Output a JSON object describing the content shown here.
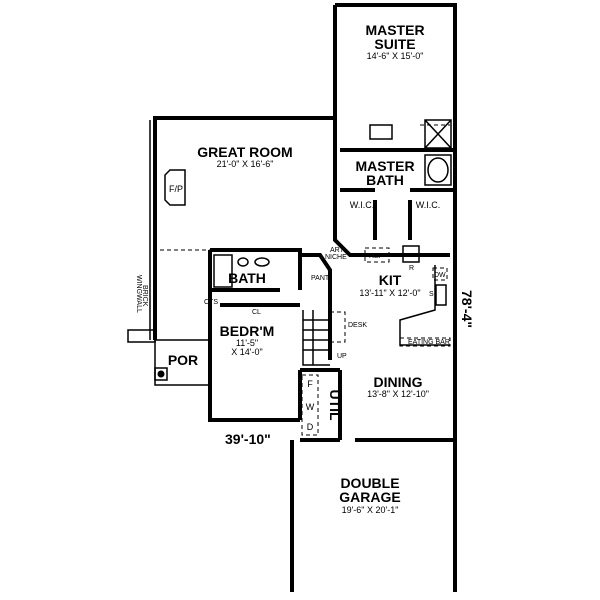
{
  "rooms": {
    "master_suite": {
      "name1": "MASTER",
      "name2": "SUITE",
      "size": "14'-6\" X 15'-0\""
    },
    "great_room": {
      "name": "GREAT ROOM",
      "size": "21'-0\" X 16'-6\""
    },
    "master_bath": {
      "name1": "MASTER",
      "name2": "BATH"
    },
    "wic_left": "W.I.C.",
    "wic_right": "W.I.C.",
    "fireplace": "F/P",
    "bath": "BATH",
    "kit": {
      "name": "KIT",
      "size": "13'-11\" X 12'-0\""
    },
    "pant": "PANT.",
    "bedroom": {
      "name": "BEDR'M",
      "size1": "11'-5\"",
      "size2": "X 14'-0\""
    },
    "porch": "POR",
    "dining": {
      "name": "DINING",
      "size": "13'-8\" X 12'-10\""
    },
    "util": "UTIL",
    "garage": {
      "name1": "DOUBLE",
      "name2": "GARAGE",
      "size": "19'-6\" X 20'-1\""
    }
  },
  "labels": {
    "art_niche1": "ART",
    "art_niche2": "NICHE",
    "ref": "REF",
    "r": "R",
    "dw": "DW",
    "s": "S",
    "desk": "DESK",
    "up": "UP",
    "eating_bar": "EATING BAR",
    "cl": "CL",
    "cts": "CTS",
    "brick_wingwall1": "BRICK",
    "brick_wingwall2": "WINGWALL",
    "f": "F",
    "w": "W",
    "d": "D"
  },
  "dimensions": {
    "width": "39'-10\"",
    "depth": "78'-4\""
  }
}
